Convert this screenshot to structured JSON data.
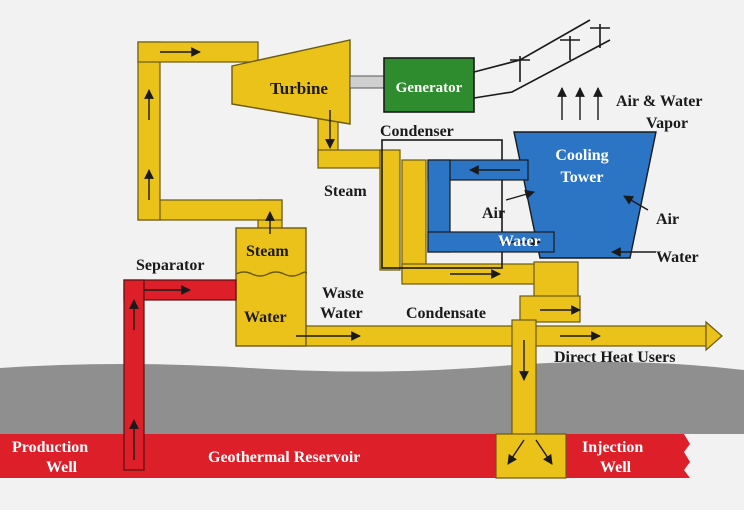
{
  "labels": {
    "turbine": "Turbine",
    "generator": "Generator",
    "condenser": "Condenser",
    "air_water_vapor_1": "Air & Water",
    "air_water_vapor_2": "Vapor",
    "cooling_tower_1": "Cooling",
    "cooling_tower_2": "Tower",
    "steam_pipe": "Steam",
    "air_left": "Air",
    "air_right": "Air",
    "water_tower": "Water",
    "water_makeup": "Water",
    "separator": "Separator",
    "separator_steam": "Steam",
    "separator_water": "Water",
    "waste_water_1": "Waste",
    "waste_water_2": "Water",
    "condensate": "Condensate",
    "direct_heat_users": "Direct Heat Users",
    "production_well_1": "Production",
    "production_well_2": "Well",
    "geothermal_reservoir": "Geothermal Reservoir",
    "injection_well_1": "Injection",
    "injection_well_2": "Well"
  },
  "colors": {
    "background": "#f2f2f2",
    "rock": "#8f8f8f",
    "pipe_yellow": "#ebc21a",
    "pipe_outline": "#6b5a10",
    "hot_red": "#dd1f2a",
    "tower_blue": "#2c74c4",
    "generator_green": "#2e8b2e",
    "text_dark": "#1a1a1a",
    "text_light": "#ffffff"
  }
}
